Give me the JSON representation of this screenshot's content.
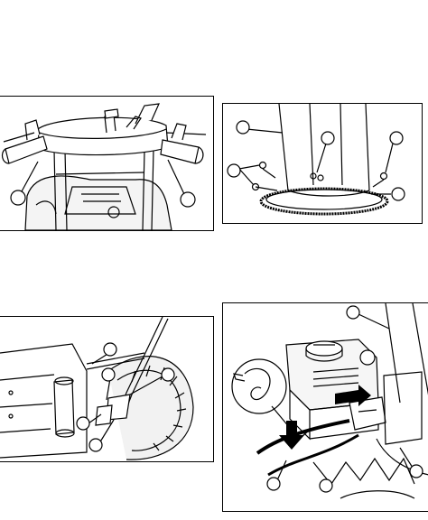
{
  "figures": [
    {
      "id": "handlebar-controls",
      "callouts": 2
    },
    {
      "id": "chute-base-ring",
      "callouts": 5
    },
    {
      "id": "wheel-drive-lever",
      "callouts": 5
    },
    {
      "id": "engine-fuel-line",
      "callouts": 5,
      "inset": "hose-clamp"
    }
  ],
  "colors": {
    "line": "#000000",
    "paper": "#ffffff"
  }
}
